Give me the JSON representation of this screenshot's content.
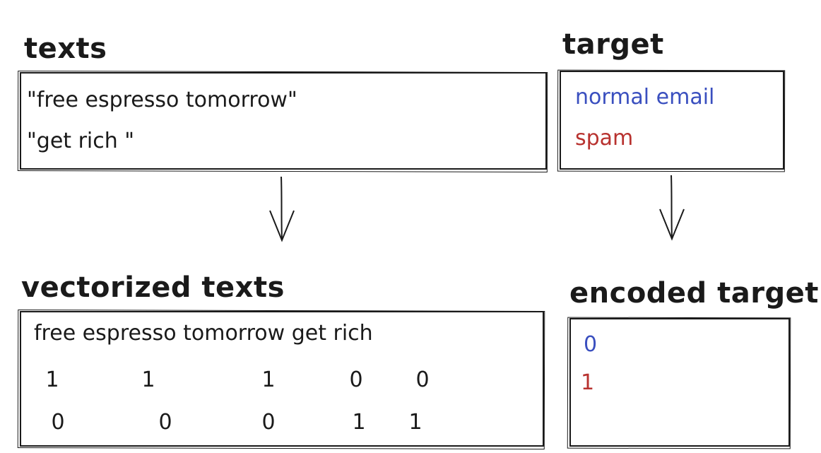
{
  "texts": {
    "heading": "texts",
    "items": [
      "\"free espresso tomorrow\"",
      "\"get rich \""
    ]
  },
  "target": {
    "heading": "target",
    "items": [
      "normal email",
      "spam"
    ]
  },
  "vectorized": {
    "heading": "vectorized texts",
    "vocabulary": "free espresso tomorrow get rich",
    "rows": [
      [
        "1",
        "1",
        "1",
        "0",
        "0"
      ],
      [
        "0",
        "0",
        "0",
        "1",
        "1"
      ]
    ]
  },
  "encoded": {
    "heading": "encoded target",
    "values": [
      "0",
      "1"
    ]
  },
  "colors": {
    "normal": "#3a4fbf",
    "spam": "#b8322f",
    "ink": "#1a1a1a"
  }
}
